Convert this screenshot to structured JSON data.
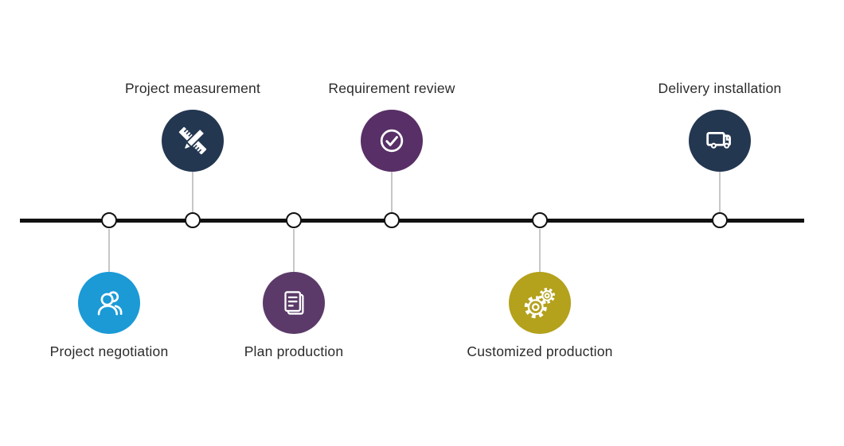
{
  "timeline": {
    "line_color": "#111111"
  },
  "steps": [
    {
      "label": "Project negotiation",
      "icon": "people-icon",
      "color": "#1B9AD6",
      "position": "below"
    },
    {
      "label": "Project measurement",
      "icon": "ruler-pencil-icon",
      "color": "#243751",
      "position": "above"
    },
    {
      "label": "Plan production",
      "icon": "document-icon",
      "color": "#5B3A69",
      "position": "below"
    },
    {
      "label": "Requirement review",
      "icon": "check-circle-icon",
      "color": "#582F66",
      "position": "above"
    },
    {
      "label": "Customized production",
      "icon": "gears-icon",
      "color": "#B4A11C",
      "position": "below"
    },
    {
      "label": "Delivery installation",
      "icon": "truck-icon",
      "color": "#243751",
      "position": "above"
    }
  ]
}
